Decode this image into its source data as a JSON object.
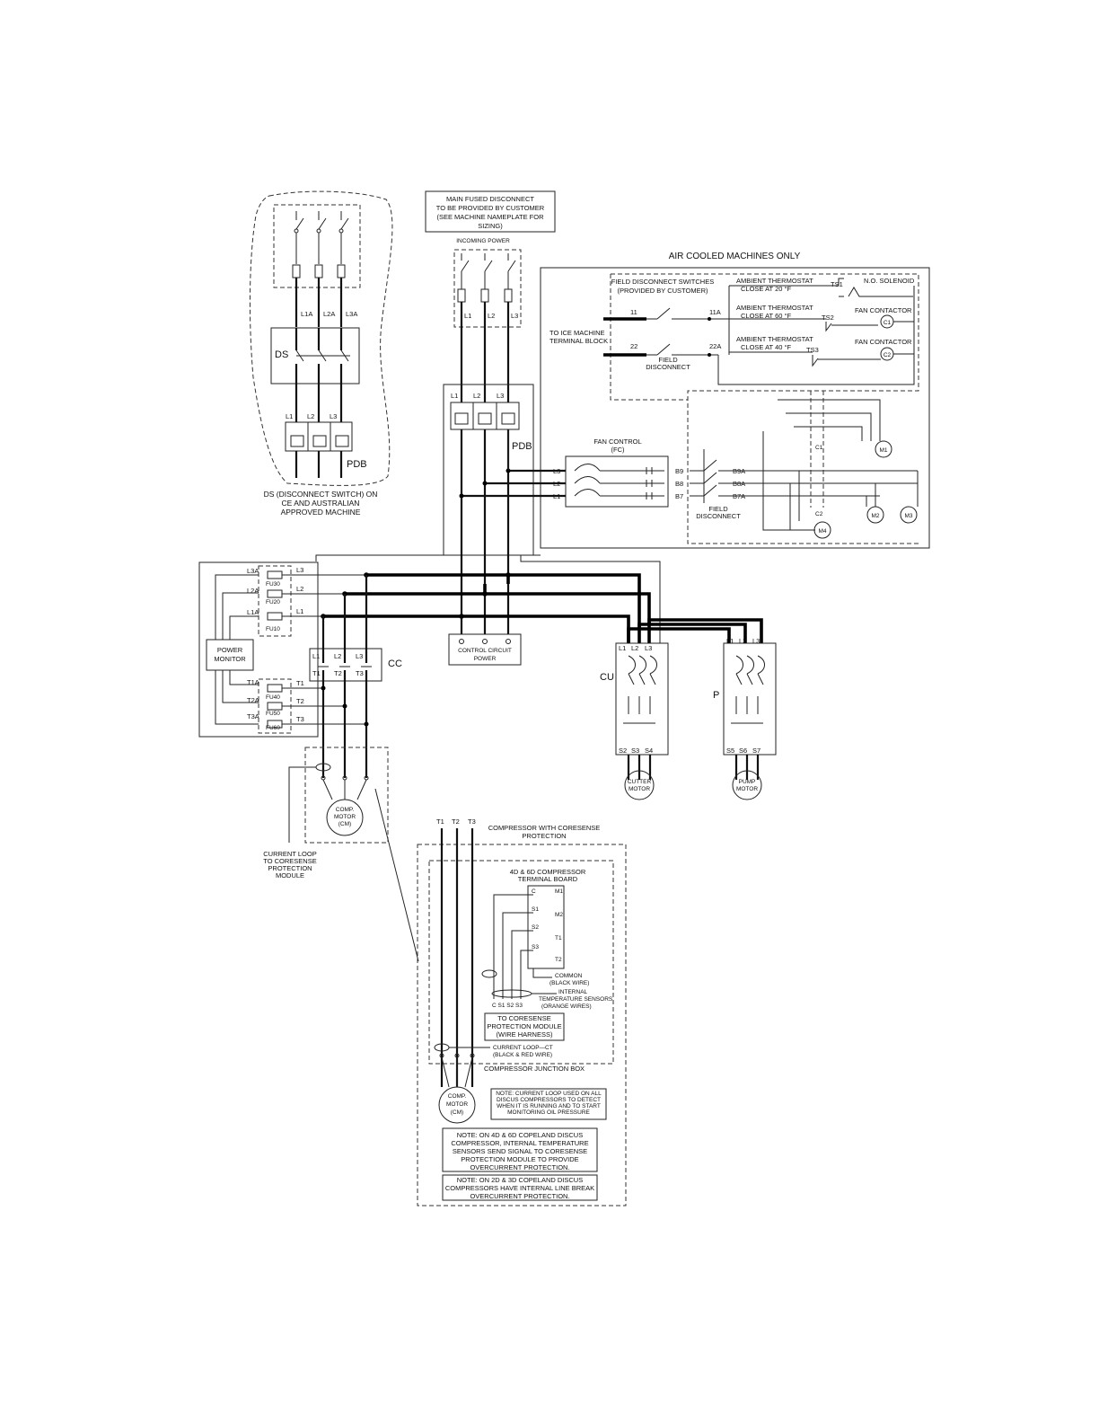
{
  "labels": {
    "main_disconnect": [
      "MAIN FUSED DISCONNECT",
      "TO BE PROVIDED BY CUSTOMER",
      "(SEE MACHINE NAMEPLATE FOR",
      "SIZING)"
    ],
    "incoming_power": "INCOMING POWER",
    "air_cooled": "AIR COOLED MACHINES ONLY",
    "field_switches": [
      "FIELD DISCONNECT SWITCHES",
      "(PROVIDED BY CUSTOMER)"
    ],
    "to_ice_machine": [
      "TO ICE MACHINE",
      "TERMINAL BLOCK"
    ],
    "field_disconnect": [
      "FIELD",
      "DISCONNECT"
    ],
    "thermostat_ts1": [
      "AMBIENT THERMOSTAT",
      "CLOSE AT 20 °F"
    ],
    "thermostat_ts2": [
      "AMBIENT THERMOSTAT",
      "CLOSE AT 60 °F"
    ],
    "thermostat_ts3": [
      "AMBIENT THERMOSTAT",
      "CLOSE AT 40 °F"
    ],
    "no_solenoid": "N.O. SOLENOID",
    "fan_contactor": "FAN CONTACTOR",
    "fan_control": [
      "FAN CONTROL",
      "(FC)"
    ],
    "ds_note": [
      "DS (DISCONNECT SWITCH) ON",
      "CE AND AUSTRALIAN",
      "APPROVED MACHINE"
    ],
    "power_monitor": [
      "POWER",
      "MONITOR"
    ],
    "control_circuit_power": [
      "CONTROL CIRCUIT",
      "POWER"
    ],
    "comp_motor": [
      "COMP.",
      "MOTOR",
      "(CM)"
    ],
    "cutter_motor": [
      "CUTTER",
      "MOTOR"
    ],
    "pump_motor": [
      "PUMP",
      "MOTOR"
    ],
    "current_loop": [
      "CURRENT LOOP",
      "TO CORESENSE",
      "PROTECTION",
      "MODULE"
    ],
    "compressor_coresense": [
      "COMPRESSOR WITH CORESENSE",
      "PROTECTION"
    ],
    "terminal_board": [
      "4D & 6D COMPRESSOR",
      "TERMINAL BOARD"
    ],
    "common_wire": [
      "COMMON",
      "(BLACK WIRE)"
    ],
    "internal_sensors": [
      "INTERNAL",
      "TEMPERATURE SENSORS",
      "(ORANGE WIRES)"
    ],
    "to_coresense": [
      "TO CORESENSE",
      "PROTECTION MODULE",
      "(WIRE HARNESS)"
    ],
    "current_loop_ct": [
      "CURRENT LOOP—CT",
      "(BLACK & RED WIRE)"
    ],
    "junction_box": "COMPRESSOR JUNCTION BOX",
    "note1": [
      "NOTE: CURRENT LOOP USED ON ALL",
      "DISCUS COMPRESSORS TO DETECT",
      "WHEN IT IS RUNNING AND TO START",
      "MONITORING OIL PRESSURE"
    ],
    "note2": [
      "NOTE: ON 4D & 6D COPELAND DISCUS",
      "COMPRESSOR, INTERNAL TEMPERATURE",
      "SENSORS SEND SIGNAL TO CORESENSE",
      "PROTECTION MODULE TO PROVIDE",
      "OVERCURRENT PROTECTION."
    ],
    "note3": [
      "NOTE: ON 2D & 3D COPELAND DISCUS",
      "COMPRESSORS HAVE INTERNAL LINE BREAK",
      "OVERCURRENT PROTECTION."
    ]
  },
  "tags": {
    "ds": "DS",
    "pdb": "PDB",
    "cc": "CC",
    "cu": "CU",
    "p": "P",
    "l1": "L1",
    "l2": "L2",
    "l3": "L3",
    "l1a": "L1A",
    "l2a": "L2A",
    "l3a": "L3A",
    "t1": "T1",
    "t2": "T2",
    "t3": "T3",
    "t1a": "T1A",
    "t2a": "T2A",
    "t3a": "T3A",
    "fu10": "FU10",
    "fu20": "FU20",
    "fu30": "FU30",
    "fu40": "FU40",
    "fu50": "FU50",
    "fu60": "FU60",
    "w11": "11",
    "w11a": "11A",
    "w22": "22",
    "w22a": "22A",
    "ts1": "TS1",
    "ts2": "TS2",
    "ts3": "TS3",
    "c1": "C1",
    "c2": "C2",
    "m1": "M1",
    "m2": "M2",
    "m3": "M3",
    "m4": "M4",
    "b9": "B9",
    "b8": "B8",
    "b7": "B7",
    "b9a": "B9A",
    "b8a": "B8A",
    "b7a": "B7A",
    "s2": "S2",
    "s3": "S3",
    "s4": "S4",
    "s5": "S5",
    "s6": "S6",
    "s7": "S7",
    "c": "C",
    "s1": "S1",
    "m1t": "M1",
    "m2t": "M2",
    "sensor_leads": "C  S1  S2  S3"
  }
}
